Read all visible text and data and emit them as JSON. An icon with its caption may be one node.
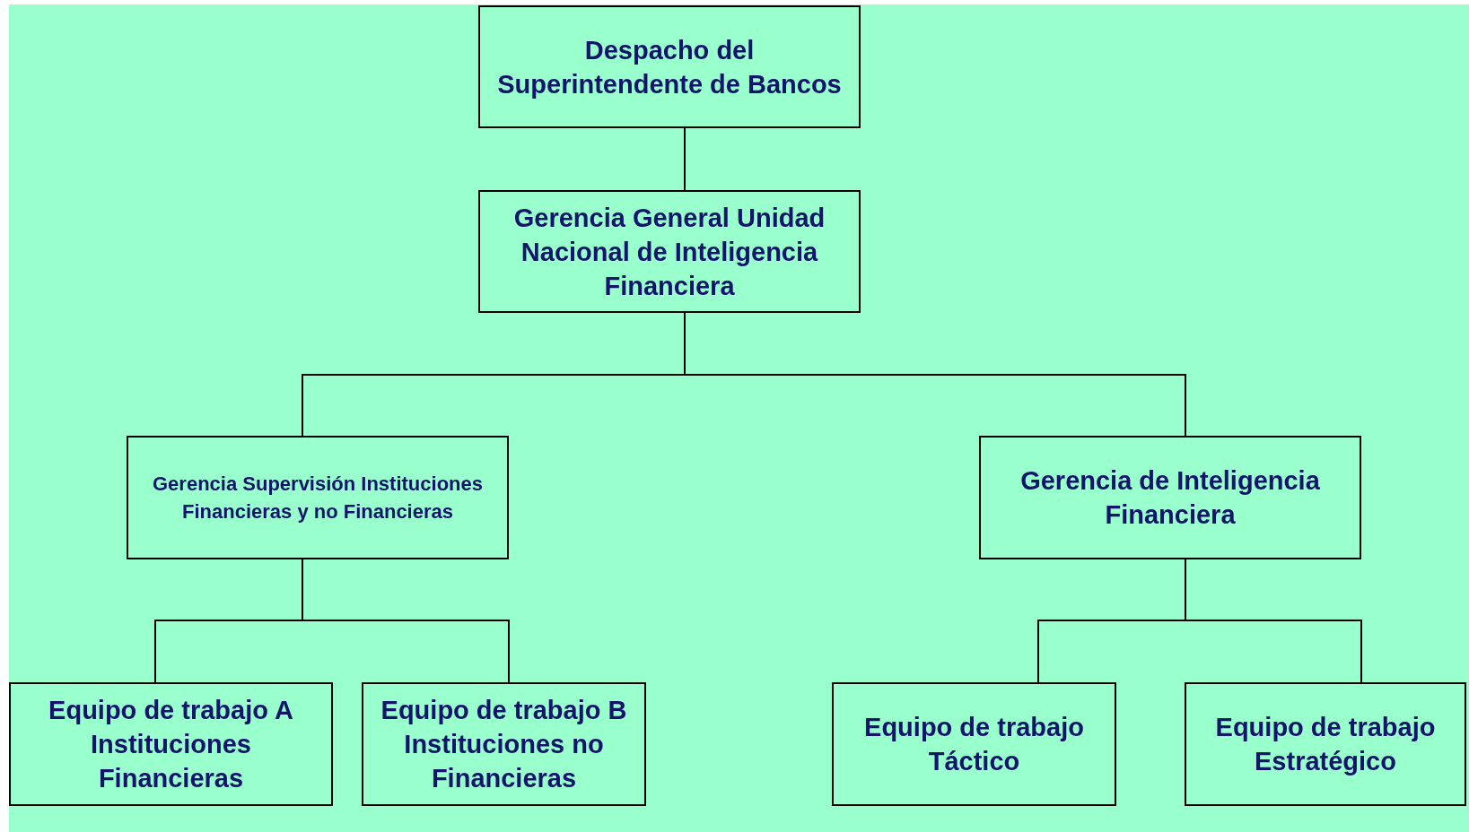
{
  "diagram": {
    "nodes": [
      {
        "text": [
          "Despacho del Superintendente de Bancos"
        ]
      },
      {
        "text": [
          "Gerencia General Unidad Nacional de Inteligencia Financiera"
        ]
      },
      {
        "text": [
          "Gerencia Supervisión Instituciones Financieras y no Financieras"
        ]
      },
      {
        "text": [
          "Gerencia de Inteligencia Financiera"
        ]
      },
      {
        "text": [
          "Equipo de trabajo A Instituciones Financieras"
        ]
      },
      {
        "text": [
          "Equipo de trabajo B Instituciones no Financieras"
        ]
      },
      {
        "text": [
          "Equipo de trabajo Táctico"
        ]
      },
      {
        "text": [
          "Equipo de trabajo Estratégico"
        ]
      }
    ],
    "edges": [
      {
        "from": 0,
        "to": 1,
        "arrow": "none"
      },
      {
        "from": 1,
        "to": 2,
        "arrow": "none"
      },
      {
        "from": 1,
        "to": 3,
        "arrow": "none"
      },
      {
        "from": 2,
        "to": 4,
        "arrow": "none"
      },
      {
        "from": 2,
        "to": 5,
        "arrow": "none"
      },
      {
        "from": 3,
        "to": 6,
        "arrow": "none"
      },
      {
        "from": 3,
        "to": 7,
        "arrow": "none"
      }
    ]
  }
}
